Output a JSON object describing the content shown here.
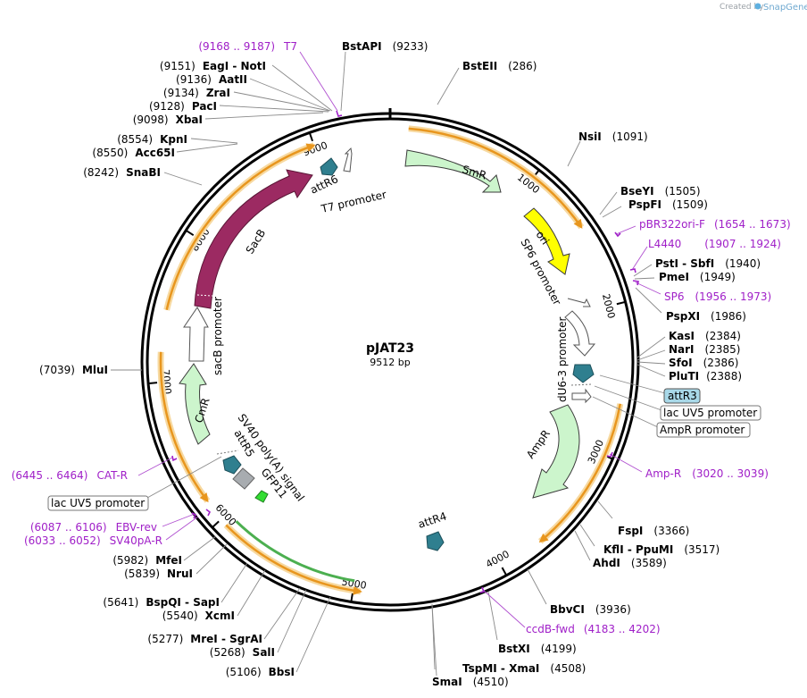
{
  "brand": {
    "prefix": "Created by",
    "name": "SnapGene"
  },
  "plasmid": {
    "name": "pJAT23",
    "length_label": "9512 bp",
    "length": 9512
  },
  "ticks": [
    "1000",
    "2000",
    "3000",
    "4000",
    "5000",
    "6000",
    "7000",
    "8000",
    "9000"
  ],
  "enzymes_right": [
    {
      "name": "BstAPI",
      "pos": "(9233)"
    },
    {
      "name": "BstEII",
      "pos": "(286)"
    },
    {
      "name": "NsiI",
      "pos": "(1091)"
    },
    {
      "name": "BseYI",
      "pos": "(1505)"
    },
    {
      "name": "PspFI",
      "pos": "(1509)"
    },
    {
      "name": "PstI - SbfI",
      "pos": "(1940)"
    },
    {
      "name": "PmeI",
      "pos": "(1949)"
    },
    {
      "name": "PspXI",
      "pos": "(1986)"
    },
    {
      "name": "KasI",
      "pos": "(2384)"
    },
    {
      "name": "NarI",
      "pos": "(2385)"
    },
    {
      "name": "SfoI",
      "pos": "(2386)"
    },
    {
      "name": "PluTI",
      "pos": "(2388)"
    },
    {
      "name": "FspI",
      "pos": "(3366)"
    },
    {
      "name": "KflI - PpuMI",
      "pos": "(3517)"
    },
    {
      "name": "AhdI",
      "pos": "(3589)"
    },
    {
      "name": "BbvCI",
      "pos": "(3936)"
    },
    {
      "name": "BstXI",
      "pos": "(4199)"
    },
    {
      "name": "TspMI - XmaI",
      "pos": "(4508)"
    },
    {
      "name": "SmaI",
      "pos": "(4510)"
    }
  ],
  "enzymes_left": [
    {
      "name": "EagI - NotI",
      "pos": "(9151)"
    },
    {
      "name": "AatII",
      "pos": "(9136)"
    },
    {
      "name": "ZraI",
      "pos": "(9134)"
    },
    {
      "name": "PacI",
      "pos": "(9128)"
    },
    {
      "name": "XbaI",
      "pos": "(9098)"
    },
    {
      "name": "KpnI",
      "pos": "(8554)"
    },
    {
      "name": "Acc65I",
      "pos": "(8550)"
    },
    {
      "name": "SnaBI",
      "pos": "(8242)"
    },
    {
      "name": "MluI",
      "pos": "(7039)"
    },
    {
      "name": "MfeI",
      "pos": "(5982)"
    },
    {
      "name": "NruI",
      "pos": "(5839)"
    },
    {
      "name": "BspQI - SapI",
      "pos": "(5641)"
    },
    {
      "name": "XcmI",
      "pos": "(5540)"
    },
    {
      "name": "MreI - SgrAI",
      "pos": "(5277)"
    },
    {
      "name": "SalI",
      "pos": "(5268)"
    },
    {
      "name": "BbsI",
      "pos": "(5106)"
    }
  ],
  "primers": [
    {
      "name": "T7",
      "range": "(9168 .. 9187)"
    },
    {
      "name": "pBR322ori-F",
      "range": "(1654 .. 1673)"
    },
    {
      "name": "L4440",
      "range": "(1907 .. 1924)"
    },
    {
      "name": "SP6",
      "range": "(1956 .. 1973)"
    },
    {
      "name": "Amp-R",
      "range": "(3020 .. 3039)"
    },
    {
      "name": "ccdB-fwd",
      "range": "(4183 .. 4202)"
    },
    {
      "name": "CAT-R",
      "range": "(6445 .. 6464)"
    },
    {
      "name": "EBV-rev",
      "range": "(6087 .. 6106)"
    },
    {
      "name": "SV40pA-R",
      "range": "(6033 .. 6052)"
    }
  ],
  "features": {
    "SmR": "SmR",
    "ori": "ori",
    "SP6_promoter": "SP6 promoter",
    "dU6_3_promoter": "dU6-3 promoter",
    "AmpR": "AmpR",
    "attR4": "attR4",
    "GFP11": "GFP11",
    "SV40": "SV40 poly(A) signal",
    "attR5": "attR5",
    "CmR": "CmR",
    "sacB_promoter": "sacB promoter",
    "SacB": "SacB",
    "attR6": "attR6",
    "T7_promoter": "T7 promoter"
  },
  "boxed_labels": {
    "attR3": "attR3",
    "lacUV5_right": "lac UV5 promoter",
    "AmpR_promoter": "AmpR promoter",
    "lacUV5_left": "lac UV5 promoter"
  },
  "colors": {
    "orange": "#e8961e",
    "orange_halo": "#f7d9a0",
    "smr": "#ccf5cc",
    "sacb": "#9c2a62",
    "ori": "#ffff00",
    "attr": "#2f7f8f",
    "green": "#4caf50",
    "primer": "#a020c8",
    "attr3_box": "#a8d8e8"
  }
}
